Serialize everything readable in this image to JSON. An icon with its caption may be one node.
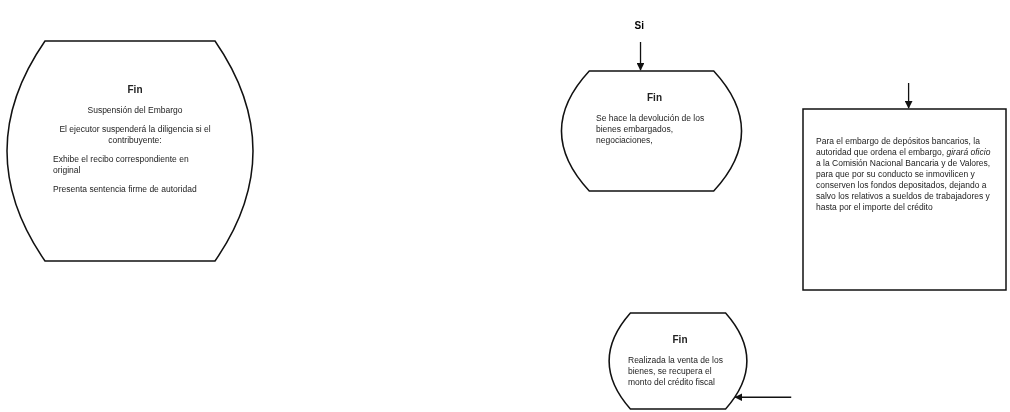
{
  "diagram": {
    "nodes": [
      {
        "text": [
          "Fin",
          "Suspensión del Embargo",
          "El ejecutor suspenderá la diligencia si el contribuyente:",
          "Exhibe el recibo correspondiente en original",
          "Presenta sentencia firme de autoridad"
        ]
      },
      {
        "text": [
          "Fin",
          "Se hace la devolución de los bienes embargados, negociaciones,"
        ]
      },
      {
        "text": [
          "Para el embargo de depósitos bancarios, la autoridad que ordena el embargo, *girará oficio* a la Comisión Nacional Bancaria y de Valores, para que por su conducto se inmovilicen y conserven los fondos depositados, dejando a salvo los relativos a sueldos de trabajadores y hasta por el importe del crédito"
        ]
      },
      {
        "text": [
          "Fin",
          "Realizada la venta de los bienes, se recupera el monto del crédito fiscal"
        ]
      }
    ],
    "edges": [
      {
        "from": null,
        "to": 1,
        "arrow": "to",
        "label": "Si"
      },
      {
        "from": null,
        "to": 2,
        "arrow": "to"
      },
      {
        "from": null,
        "to": 3,
        "arrow": "to"
      }
    ]
  }
}
